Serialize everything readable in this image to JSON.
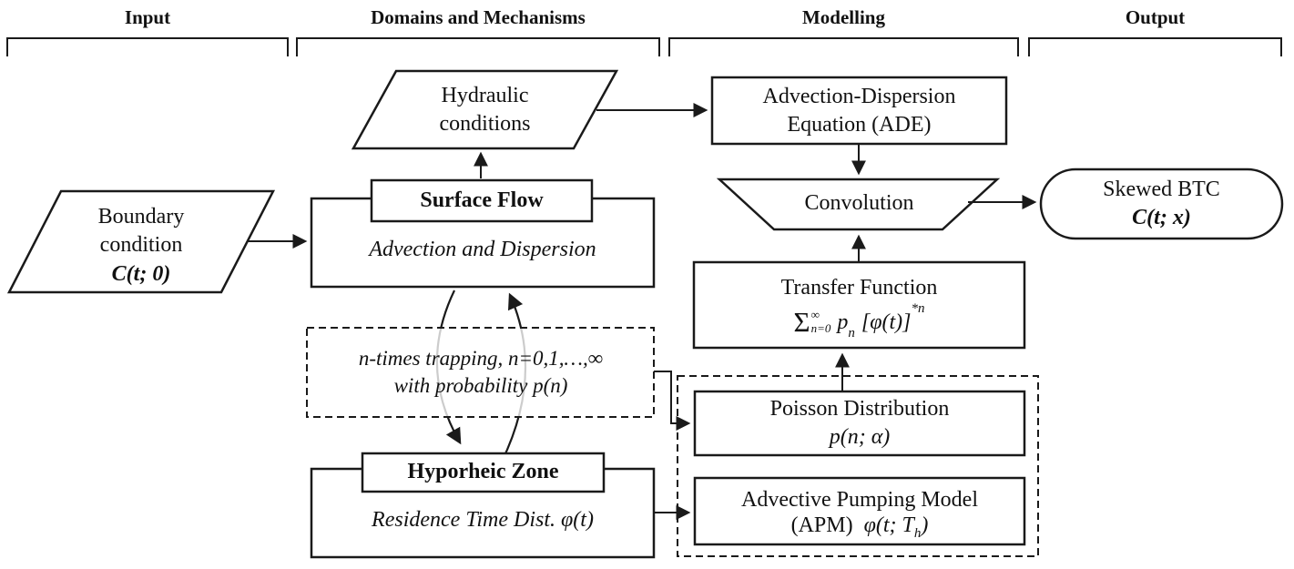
{
  "sections": [
    {
      "label": "Input"
    },
    {
      "label": "Domains and Mechanisms"
    },
    {
      "label": "Modelling"
    },
    {
      "label": "Output"
    }
  ],
  "nodes": {
    "boundary_condition": {
      "line1": "Boundary",
      "line2": "condition",
      "formula": "C(t; 0)"
    },
    "hydraulic_conditions": {
      "line1": "Hydraulic",
      "line2": "conditions"
    },
    "surface_flow": {
      "title": "Surface Flow",
      "subtitle": "Advection and Dispersion"
    },
    "trapping_note": {
      "line1": "n-times trapping, n=0,1,…,∞",
      "line2": "with probability p(n)"
    },
    "hyporheic_zone": {
      "title": "Hyporheic Zone",
      "subtitle": "Residence Time Dist. φ(t)"
    },
    "ade": {
      "line1": "Advection-Dispersion",
      "line2": "Equation (ADE)"
    },
    "convolution": {
      "label": "Convolution"
    },
    "transfer_function": {
      "title": "Transfer Function",
      "sigma": "Σ",
      "sigma_sup": "∞",
      "sigma_sub": "n=0",
      "p": "p",
      "p_sub": "n",
      "body": "[φ(t)]",
      "exp": "*n"
    },
    "poisson": {
      "line1": "Poisson Distribution",
      "formula": "p(n; α)"
    },
    "apm": {
      "line1": "Advective Pumping Model",
      "label": "(APM)",
      "phi": "φ(t; T",
      "phi_sub": "h",
      "phi_close": ")"
    },
    "skewed_btc": {
      "line1": "Skewed BTC",
      "formula": "C(t; x)"
    }
  },
  "colors": {
    "stroke": "#1a1a1a",
    "background": "#ffffff"
  }
}
